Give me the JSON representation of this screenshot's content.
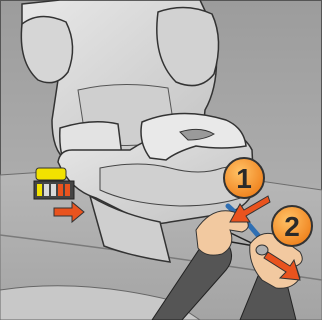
{
  "steps": [
    {
      "number": "1"
    },
    {
      "number": "2"
    }
  ],
  "colors": {
    "background": "#a7a7a7",
    "seat": "#dadada",
    "seat_outline": "#333333",
    "floor": "#b4b4b4",
    "step_badge": "#f08c22",
    "arrow": "#e9531e",
    "indicator_yellow": "#f2e200",
    "strap_blue": "#2f6fb3",
    "skin": "#f2c9a0",
    "sleeve": "#555555"
  },
  "icons": {
    "step_badge": "circle-badge",
    "arrow": "arrow-icon"
  }
}
